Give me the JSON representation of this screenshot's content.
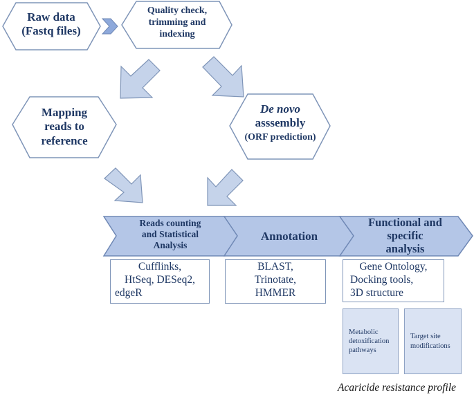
{
  "colors": {
    "text": "#1f3864",
    "hexagon_stroke": "#7f95b8",
    "arrow_fill": "#c5d3ea",
    "arrow_stroke": "#7f95b8",
    "banner_fill": "#b4c6e7",
    "banner_stroke": "#6f88b5",
    "sub_box_fill": "#dae3f3"
  },
  "steps": {
    "raw_data": [
      "Raw data",
      "(Fastq files)"
    ],
    "quality_check": [
      "Quality check,",
      "trimming and",
      "indexing"
    ],
    "mapping": [
      "Mapping",
      "reads to",
      "reference"
    ],
    "de_novo": {
      "italic": "De novo",
      "lines": [
        "asssembly",
        "(ORF prediction)"
      ]
    }
  },
  "pipeline": [
    {
      "title": [
        "Reads counting",
        "and Statistical",
        "Analysis"
      ],
      "tools": [
        "Cufflinks,",
        "HtSeq, DESeq2,",
        "edgeR"
      ]
    },
    {
      "title": [
        "Annotation"
      ],
      "tools": [
        "BLAST,",
        "Trinotate,",
        "HMMER"
      ]
    },
    {
      "title": [
        "Functional and",
        "specific",
        "analysis"
      ],
      "tools": [
        "Gene Ontology,",
        "Docking tools,",
        "3D structure"
      ]
    }
  ],
  "sub_boxes": [
    [
      "Metabolic",
      "detoxification",
      "pathways"
    ],
    [
      "Target site",
      "modifications"
    ]
  ],
  "caption": "Acaricide resistance profile"
}
